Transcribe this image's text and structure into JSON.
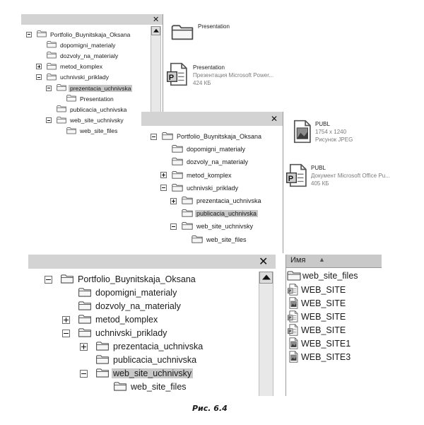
{
  "window1": {
    "tree": [
      {
        "label": "Portfolio_Buynitskaja_Oksana",
        "expander": "minus"
      },
      {
        "label": "dopomigni_materialy"
      },
      {
        "label": "dozvoly_na_materialy"
      },
      {
        "label": "metod_komplex",
        "expander": "plus"
      },
      {
        "label": "uchnivski_priklady",
        "expander": "minus"
      },
      {
        "label": "prezentacia_uchnivska",
        "expander": "minus",
        "selected": true
      },
      {
        "label": "Presentation"
      },
      {
        "label": "publicacia_uchnivska"
      },
      {
        "label": "web_site_uchnivsky",
        "expander": "minus"
      },
      {
        "label": "web_site_files"
      }
    ],
    "files": [
      {
        "name": "Presentation",
        "icon": "folder-icon"
      },
      {
        "name": "Presentation",
        "type": "Презентация Microsoft Power...",
        "size": "424 КБ",
        "icon": "powerpoint-file-icon"
      }
    ]
  },
  "window2": {
    "tree": [
      {
        "label": "Portfolio_Buynitskaja_Oksana",
        "expander": "minus"
      },
      {
        "label": "dopomigni_materialy"
      },
      {
        "label": "dozvoly_na_materialy"
      },
      {
        "label": "metod_komplex",
        "expander": "plus"
      },
      {
        "label": "uchnivski_priklady",
        "expander": "minus"
      },
      {
        "label": "prezentacia_uchnivska",
        "expander": "plus"
      },
      {
        "label": "publicacia_uchnivska",
        "selected": true
      },
      {
        "label": "web_site_uchnivsky",
        "expander": "minus"
      },
      {
        "label": "web_site_files"
      }
    ],
    "files": [
      {
        "name": "PUBL",
        "line2": "1754 x 1240",
        "line3": "Рисунок JPEG",
        "icon": "jpeg-image-icon"
      },
      {
        "name": "PUBL",
        "line2": "Документ Microsoft Office Pu...",
        "line3": "405 КБ",
        "icon": "publisher-file-icon"
      }
    ]
  },
  "window3": {
    "column_header": "Имя",
    "tree": [
      {
        "label": "Portfolio_Buynitskaja_Oksana",
        "expander": "minus"
      },
      {
        "label": "dopomigni_materialy"
      },
      {
        "label": "dozvoly_na_materialy"
      },
      {
        "label": "metod_komplex",
        "expander": "plus"
      },
      {
        "label": "uchnivski_priklady",
        "expander": "minus"
      },
      {
        "label": "prezentacia_uchnivska",
        "expander": "plus"
      },
      {
        "label": "publicacia_uchnivska"
      },
      {
        "label": "web_site_uchnivsky",
        "expander": "minus",
        "selected": true
      },
      {
        "label": "web_site_files"
      }
    ],
    "files": [
      {
        "name": "web_site_files",
        "icon": "folder-icon"
      },
      {
        "name": "WEB_SITE",
        "icon": "publisher-file-icon"
      },
      {
        "name": "WEB_SITE",
        "icon": "jpeg-image-icon"
      },
      {
        "name": "WEB_SITE",
        "icon": "publisher-file-icon"
      },
      {
        "name": "WEB_SITE",
        "icon": "publisher-file-icon"
      },
      {
        "name": "WEB_SITE1",
        "icon": "jpeg-image-icon"
      },
      {
        "name": "WEB_SITE3",
        "icon": "jpeg-image-icon"
      }
    ]
  },
  "caption": "Рис. 6.4"
}
